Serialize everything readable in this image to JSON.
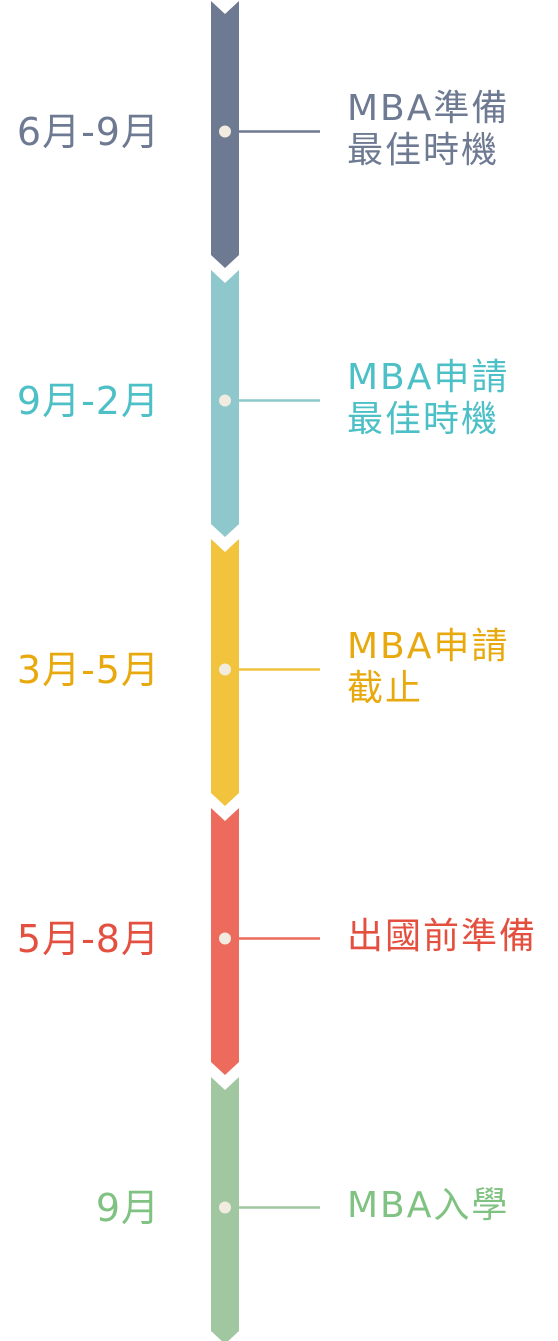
{
  "timeline": {
    "stages": [
      {
        "period": "6月-9月",
        "event_lines": [
          "MBA準備",
          "最佳時機"
        ],
        "bar_color": "#6e7a92",
        "text_color": "#6e7a92"
      },
      {
        "period": "9月-2月",
        "event_lines": [
          "MBA申請",
          "最佳時機"
        ],
        "bar_color": "#8ec8cc",
        "text_color": "#4cc0c6"
      },
      {
        "period": "3月-5月",
        "event_lines": [
          "MBA申請",
          "截止"
        ],
        "bar_color": "#f2c43e",
        "text_color": "#e8a90e"
      },
      {
        "period": "5月-8月",
        "event_lines": [
          "出國前準備"
        ],
        "bar_color": "#ec6b5d",
        "text_color": "#e4503f"
      },
      {
        "period": "9月",
        "event_lines": [
          "MBA入學"
        ],
        "bar_color": "#a1c7a0",
        "text_color": "#7fc281"
      }
    ],
    "dot_color": "#f1ebe0"
  }
}
